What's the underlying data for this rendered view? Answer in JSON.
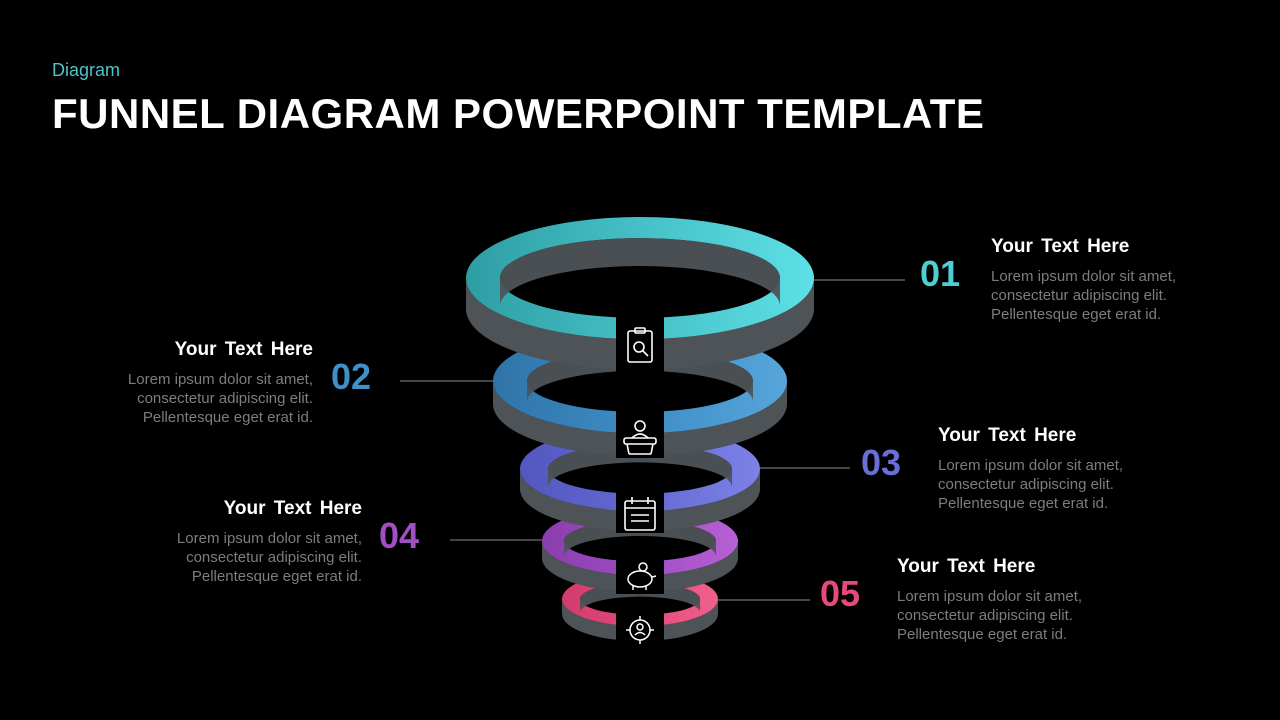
{
  "header": {
    "eyebrow": "Diagram",
    "title": "FUNNEL DIAGRAM POWERPOINT TEMPLATE"
  },
  "colors": {
    "background": "#000000",
    "eyebrow": "#4fc3c8",
    "ring_side": "#4d5357"
  },
  "stages": [
    {
      "number": "01",
      "color": "#4ecfd4",
      "icon": "clipboard-check-icon",
      "heading": "Your  Text Here",
      "body": [
        "Lorem ipsum dolor sit amet,",
        "consectetur  adipiscing elit.",
        "Pellentesque  eget erat id."
      ]
    },
    {
      "number": "02",
      "color": "#3f8fc8",
      "icon": "presenter-icon",
      "heading": "Your  Text Here",
      "body": [
        "Lorem ipsum dolor sit amet,",
        "consectetur  adipiscing elit.",
        "Pellentesque  eget erat id."
      ]
    },
    {
      "number": "03",
      "color": "#6a6fd6",
      "icon": "calendar-icon",
      "heading": "Your  Text Here",
      "body": [
        "Lorem ipsum dolor sit amet,",
        "consectetur  adipiscing elit.",
        "Pellentesque  eget erat id."
      ]
    },
    {
      "number": "04",
      "color": "#a24fc4",
      "icon": "piggy-bank-icon",
      "heading": "Your  Text Here",
      "body": [
        "Lorem ipsum dolor sit amet,",
        "consectetur  adipiscing elit.",
        "Pellentesque  eget erat id."
      ]
    },
    {
      "number": "05",
      "color": "#e54a7a",
      "icon": "target-user-icon",
      "heading": "Your  Text Here",
      "body": [
        "Lorem ipsum dolor sit amet,",
        "consectetur  adipiscing elit.",
        "Pellentesque  eget erat id."
      ]
    }
  ]
}
